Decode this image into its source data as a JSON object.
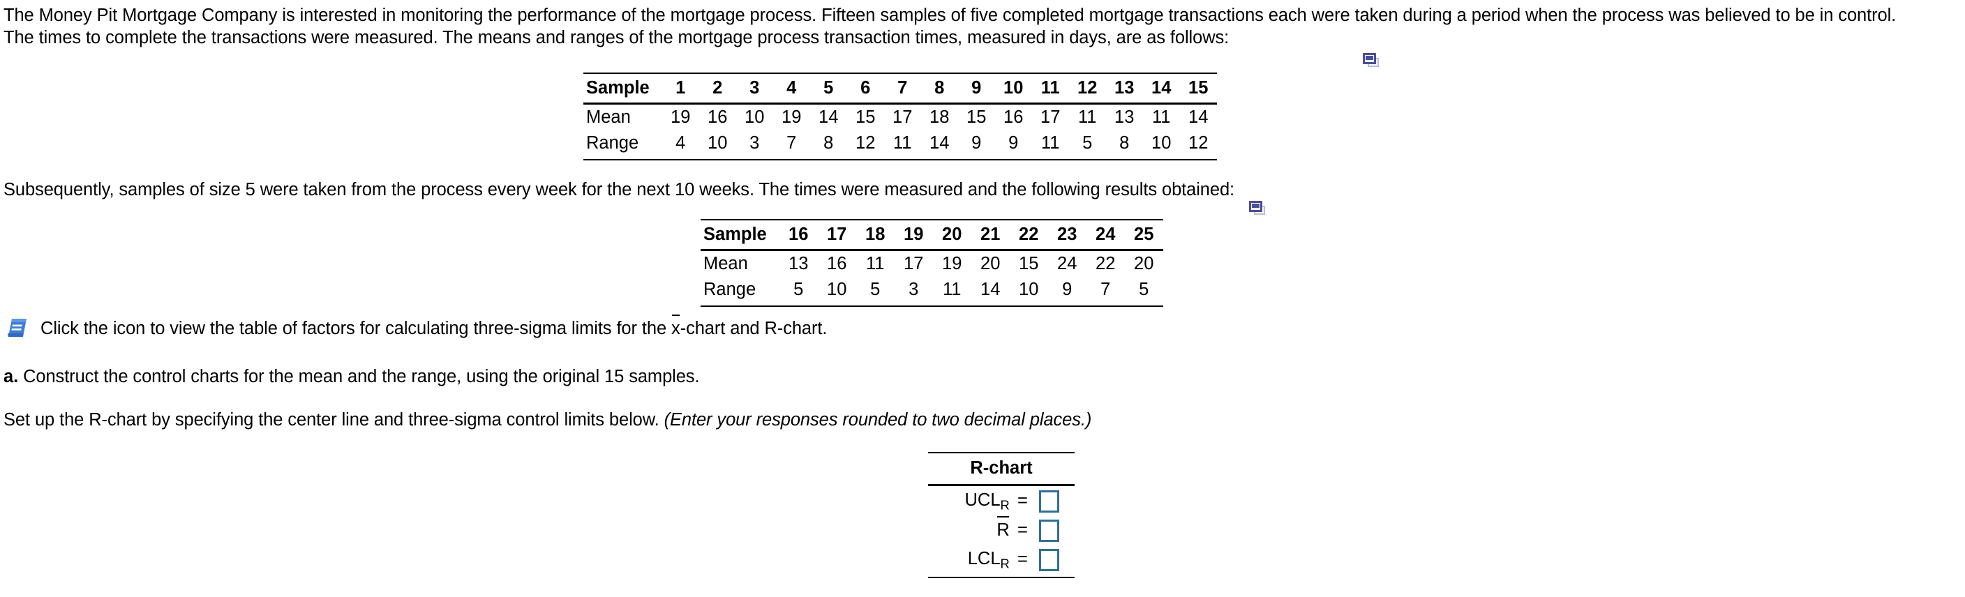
{
  "problem": {
    "intro_line1": "The Money Pit Mortgage Company is interested in monitoring the performance of the mortgage process. Fifteen samples of five completed mortgage transactions each were taken during a period when the process was believed to be in control.",
    "intro_line2": "The times to complete the transactions were measured. The means and ranges of the mortgage process transaction times, measured in days, are as follows:",
    "second_paragraph": "Subsequently, samples of size 5 were taken from the process every week for the next 10 weeks. The times were measured and the following results obtained:",
    "icon_link_text_pre": "Click the icon to view the table of factors for calculating three-sigma limits for the ",
    "icon_link_overbar": "x",
    "icon_link_text_post": "-chart and R-chart.",
    "part_a_label": "a.",
    "part_a_text": "Construct the control charts for the mean and the range, using the original 15 samples.",
    "instruction_plain": "Set up the R-chart by specifying the center line and three-sigma control limits below. ",
    "instruction_italic": "(Enter your responses rounded to two decimal places.)"
  },
  "table1": {
    "row_labels": [
      "Sample",
      "Mean",
      "Range"
    ],
    "samples": [
      "1",
      "2",
      "3",
      "4",
      "5",
      "6",
      "7",
      "8",
      "9",
      "10",
      "11",
      "12",
      "13",
      "14",
      "15"
    ],
    "mean": [
      "19",
      "16",
      "10",
      "19",
      "14",
      "15",
      "17",
      "18",
      "15",
      "16",
      "17",
      "11",
      "13",
      "11",
      "14"
    ],
    "range": [
      "4",
      "10",
      "3",
      "7",
      "8",
      "12",
      "11",
      "14",
      "9",
      "9",
      "11",
      "5",
      "8",
      "10",
      "12"
    ],
    "popout_icon": "popout-window-icon"
  },
  "table2": {
    "row_labels": [
      "Sample",
      "Mean",
      "Range"
    ],
    "samples": [
      "16",
      "17",
      "18",
      "19",
      "20",
      "21",
      "22",
      "23",
      "24",
      "25"
    ],
    "mean": [
      "13",
      "16",
      "11",
      "17",
      "19",
      "20",
      "15",
      "24",
      "22",
      "20"
    ],
    "range": [
      "5",
      "10",
      "5",
      "3",
      "11",
      "14",
      "10",
      "9",
      "7",
      "5"
    ],
    "popout_icon": "popout-window-icon"
  },
  "book_icon": "blue-book-icon",
  "answer_block": {
    "title": "R-chart",
    "rows": [
      {
        "label_main": "UCL",
        "label_sub": "R",
        "overbar": false,
        "equals": "=",
        "value": ""
      },
      {
        "label_main": "R",
        "label_sub": "",
        "overbar": true,
        "equals": "=",
        "value": ""
      },
      {
        "label_main": "LCL",
        "label_sub": "R",
        "overbar": false,
        "equals": "=",
        "value": ""
      }
    ]
  },
  "colors": {
    "input_border": "#2e7095",
    "book_icon": "#3b7dd8",
    "popout_icon": "#4a4f9e",
    "rule": "#000000"
  }
}
